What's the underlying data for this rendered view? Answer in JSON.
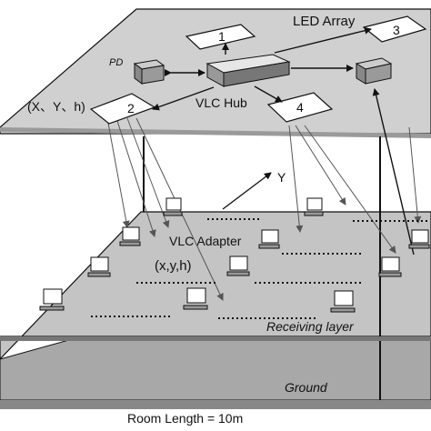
{
  "labels": {
    "led_array": "LED Array",
    "pd": "PD",
    "ceiling_coord": "(X、Y、h)",
    "vlc_hub": "VLC Hub",
    "y_axis": "Y",
    "vlc_adapter": "VLC Adapter",
    "adapter_coord": "(x,y,h)",
    "receiving_layer": "Receiving layer",
    "ground": "Ground",
    "room_length": "Room Length = 10m"
  },
  "led_panels": [
    {
      "id": "led-1",
      "number": "1"
    },
    {
      "id": "led-2",
      "number": "2"
    },
    {
      "id": "led-3",
      "number": "3"
    },
    {
      "id": "led-4",
      "number": "4"
    }
  ],
  "colors": {
    "ceiling": "#cdcdcd",
    "receiving_plane": "#bcbcbc",
    "ground": "#9a9a9a",
    "led_panel": "#ffffff",
    "outline": "#111111",
    "beam_line": "#555555"
  }
}
